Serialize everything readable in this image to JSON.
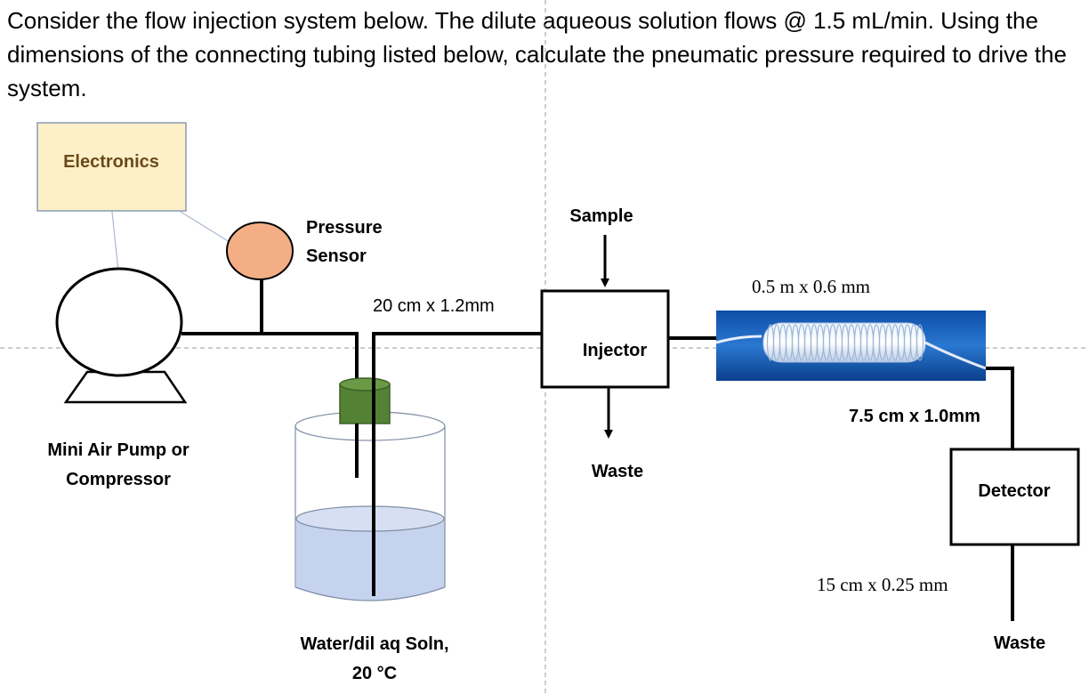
{
  "question": "Consider the flow injection system below. The dilute aqueous solution flows @ 1.5 mL/min. Using the dimensions of the connecting tubing listed below, calculate the pneumatic pressure required to drive the system.",
  "components": {
    "electronics": "Electronics",
    "pressure_sensor_line1": "Pressure",
    "pressure_sensor_line2": "Sensor",
    "pump_line1": "Mini Air Pump or",
    "pump_line2": "Compressor",
    "reservoir_line1": "Water/dil aq Soln,",
    "reservoir_line2": "20 °C",
    "sample": "Sample",
    "injector": "Injector",
    "injector_waste": "Waste",
    "detector": "Detector",
    "detector_waste": "Waste"
  },
  "tubing": {
    "pump_to_injector": "20 cm x 1.2mm",
    "coil": "0.5 m x 0.6 mm",
    "coil_to_detector": "7.5 cm x 1.0mm",
    "detector_outlet": "15 cm x 0.25 mm"
  },
  "colors": {
    "electronics_fill": "#fdf0c8",
    "electronics_border": "#8a9bb3",
    "sensor_fill": "#f4ae86",
    "stopper_fill": "#548235",
    "liquid_fill": "#c5d3ee",
    "coil_background": "#1a5fb4"
  }
}
